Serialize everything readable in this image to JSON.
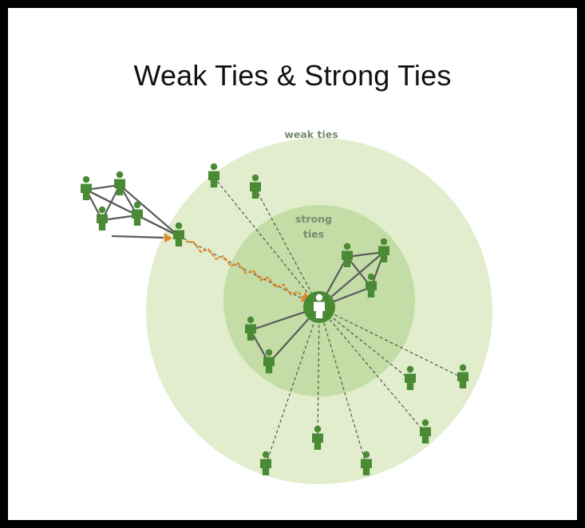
{
  "title": "Weak Ties & Strong Ties",
  "labels": {
    "weak": "weak ties",
    "strong_line1": "strong",
    "strong_line2": "ties"
  },
  "colors": {
    "outer_circle": "#e1edcc",
    "inner_circle": "#c4dca5",
    "person": "#4a8a34",
    "strong_line": "#5b5b5b",
    "weak_line": "#555555",
    "arrow": "#e08a2b"
  },
  "icons": {
    "person": "person-icon",
    "center": "self-person-icon"
  }
}
